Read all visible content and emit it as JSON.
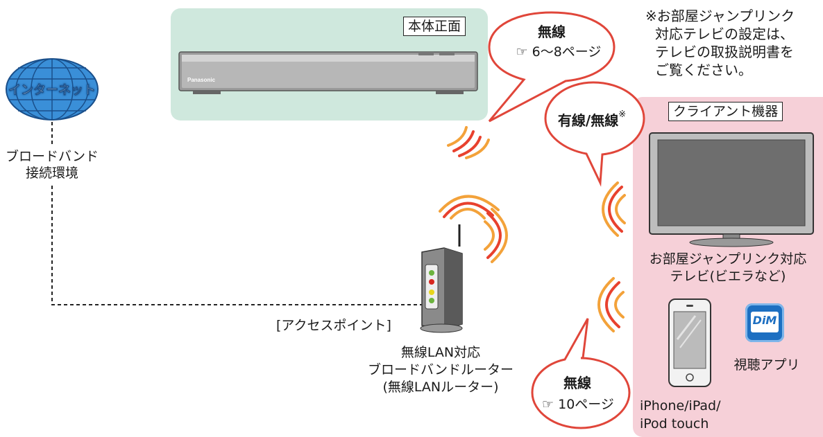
{
  "note": {
    "lines": [
      "※お部屋ジャンプリンク",
      "対応テレビの設定は、",
      "テレビの取扱説明書を",
      "ご覧ください。"
    ]
  },
  "main_unit": {
    "label": "本体正面",
    "brand": "Panasonic"
  },
  "internet": {
    "label": "インターネット"
  },
  "broadband": {
    "lines": [
      "ブロードバンド",
      "接続環境"
    ]
  },
  "bubbles": {
    "top": {
      "title": "無線",
      "ref": "6〜8ページ"
    },
    "middle": {
      "title": "有線/無線",
      "mark": "※"
    },
    "bottom": {
      "title": "無線",
      "ref": "10ページ"
    }
  },
  "access_point": {
    "label": "[アクセスポイント]",
    "lines": [
      "無線LAN対応",
      "ブロードバンドルーター",
      "(無線LANルーター)"
    ]
  },
  "client": {
    "label": "クライアント機器",
    "tv_lines": [
      "お部屋ジャンプリンク対応",
      "テレビ(ビエラなど)"
    ],
    "app_icon_text": "DiM",
    "app_label": "視聴アプリ",
    "phone_lines": [
      "iPhone/iPad/",
      "iPod touch"
    ]
  },
  "colors": {
    "main_panel": "#cfe8dd",
    "client_panel": "#f6d0d8",
    "bubble_border": "#e0463a",
    "wave_inner": "#e8412e",
    "wave_outer": "#f3a23a",
    "globe": "#3a8fd8"
  }
}
